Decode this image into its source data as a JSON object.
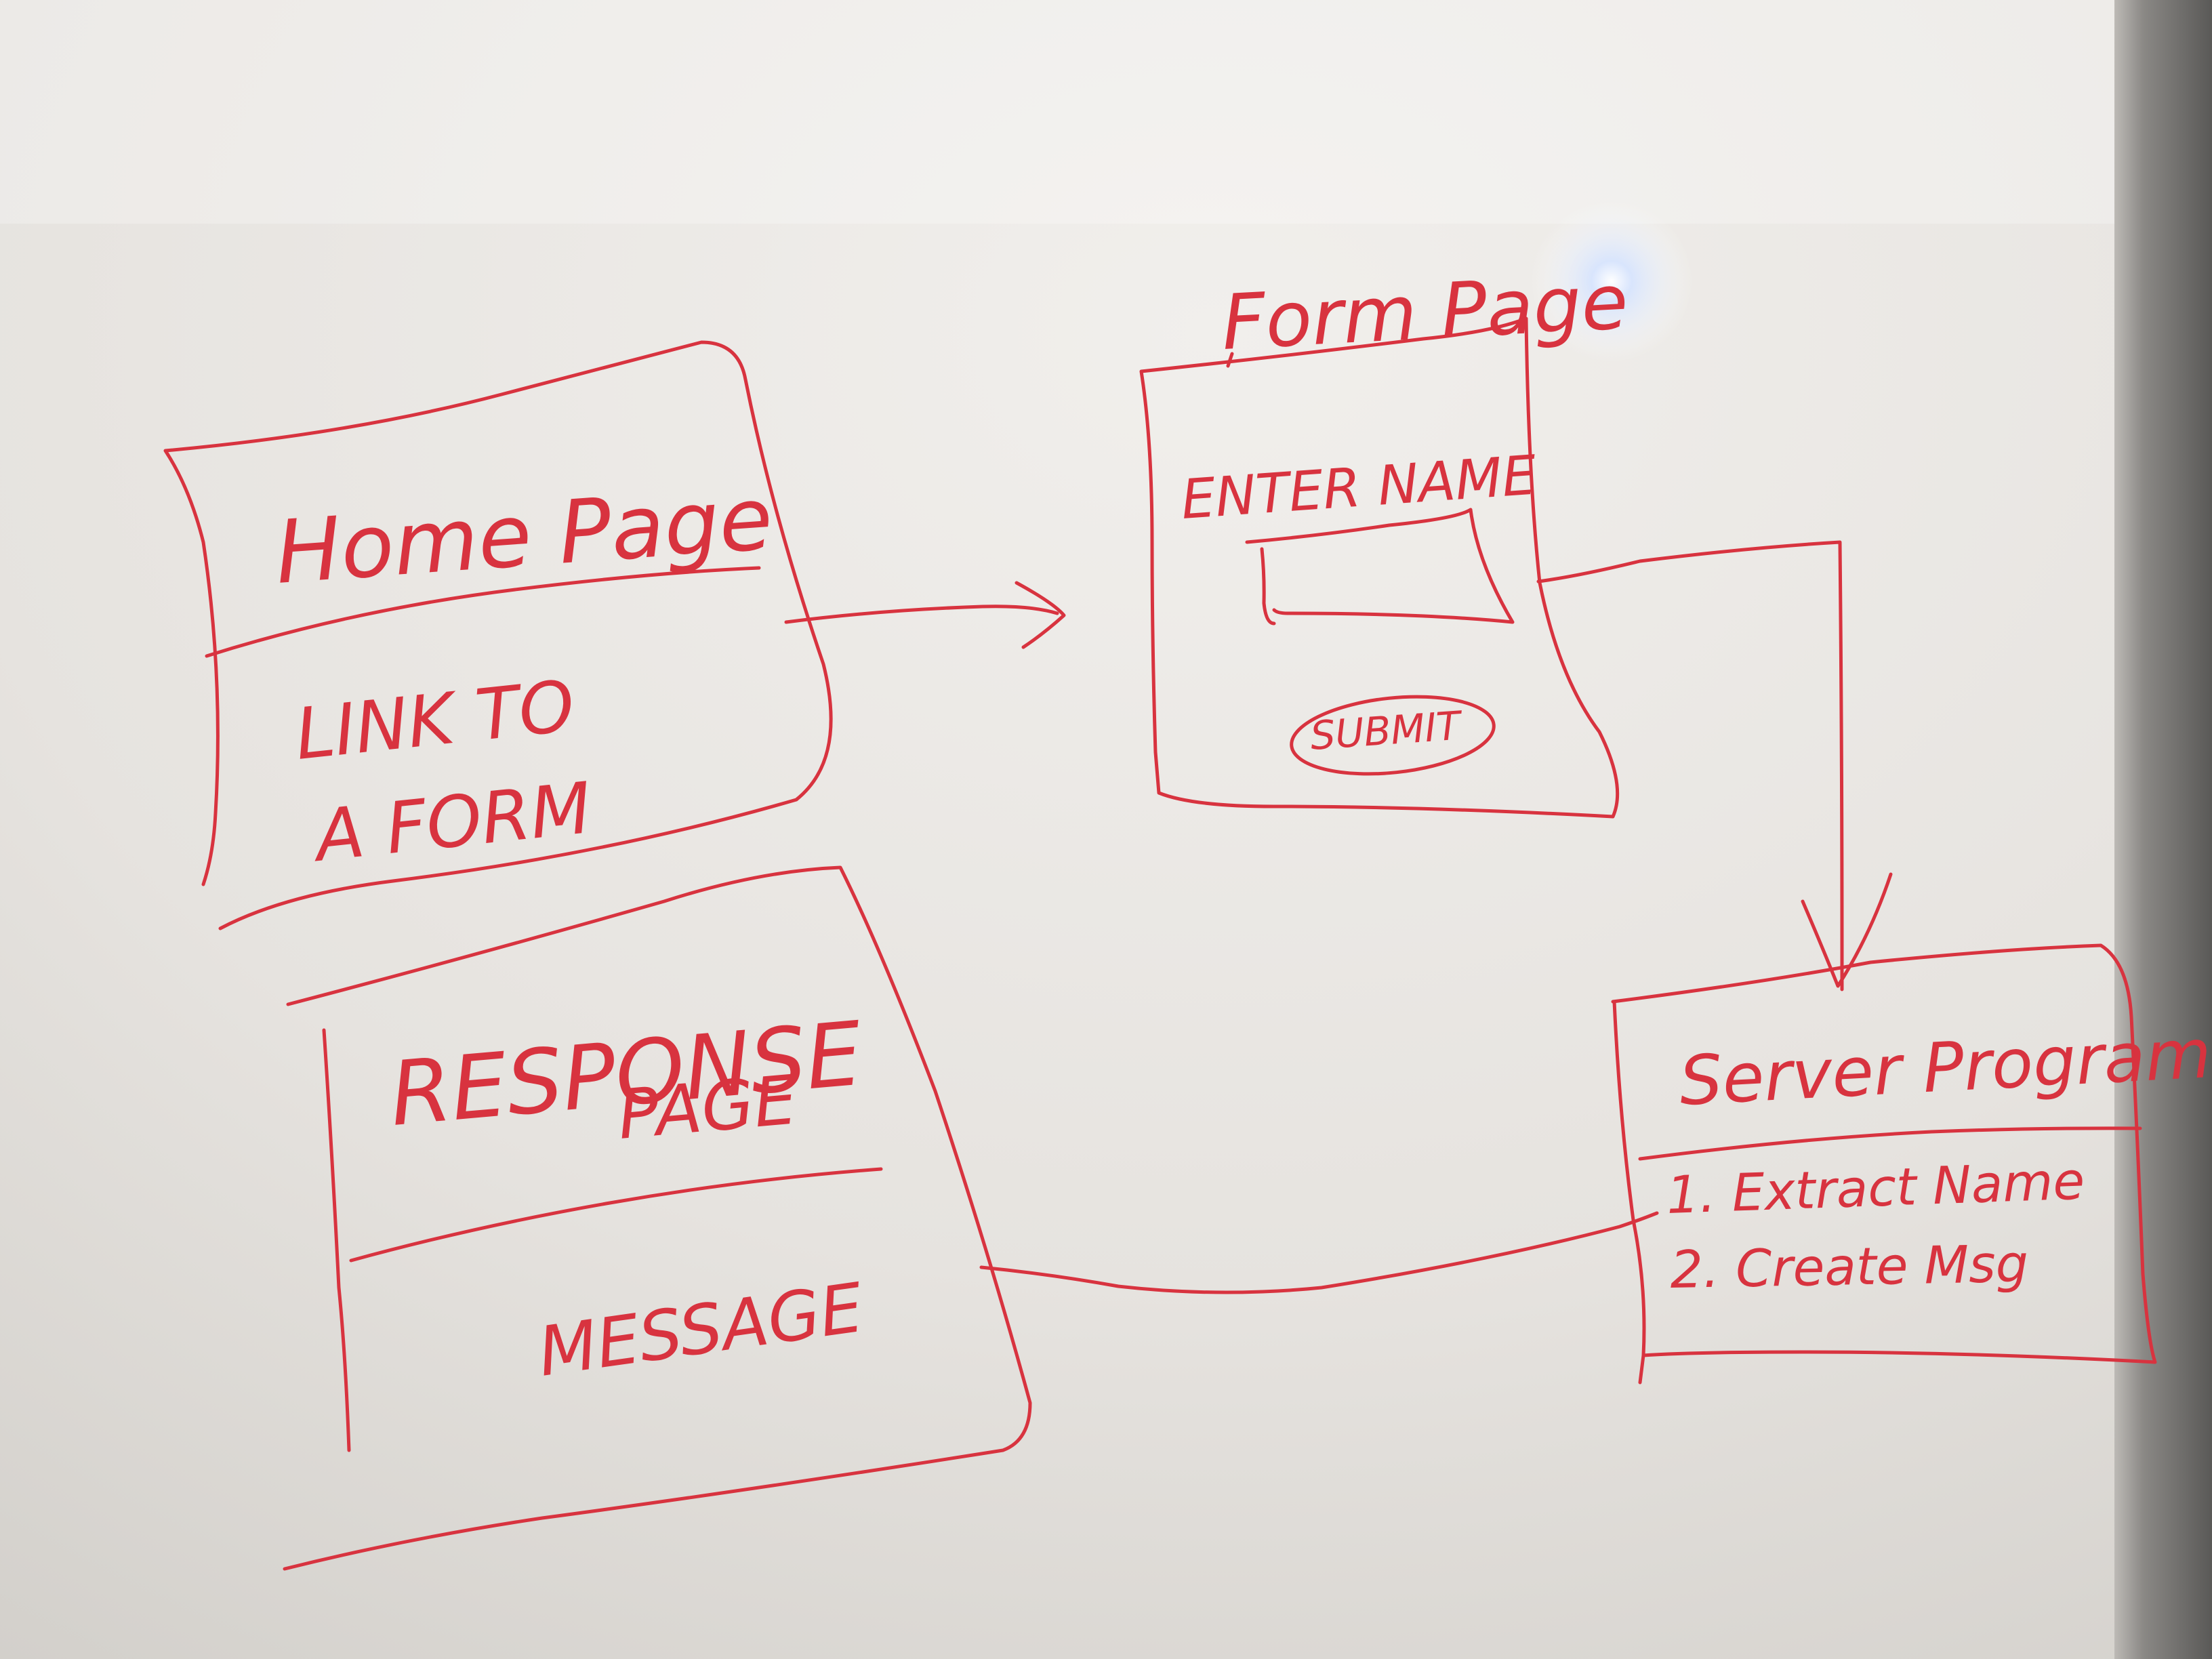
{
  "colors": {
    "board_light": "#f1efec",
    "board_mid": "#e6e3df",
    "board_shadow": "#cfccc7",
    "frame_dark": "#5a5957",
    "marker": "#d8333f"
  },
  "home_page": {
    "title": "Home Page",
    "body_line1": "LINK TO",
    "body_line2": "A FORM"
  },
  "form_page": {
    "title": "Form Page",
    "label": "ENTER NAME",
    "submit_label": "SUBMIT"
  },
  "server_program": {
    "title": "Server Program",
    "step1": "1. Extract Name",
    "step2": "2. Create Msg"
  },
  "response_page": {
    "title_line1": "RESPONSE",
    "title_line2": "PAGE",
    "body": "MESSAGE"
  }
}
